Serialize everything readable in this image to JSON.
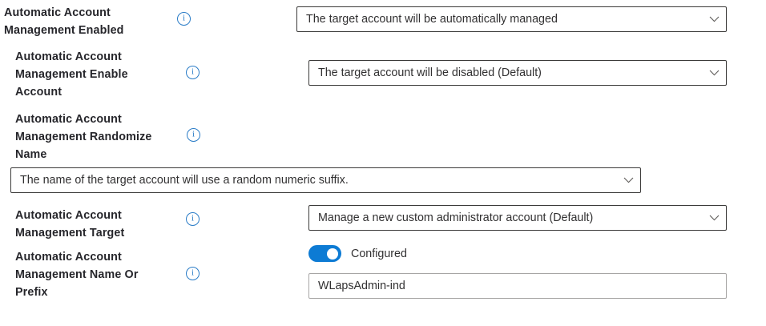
{
  "form": {
    "settings": [
      {
        "label": "Automatic Account\nManagement Enabled",
        "info_icon": "info-icon",
        "control": "dropdown",
        "value": "The target account will be automatically managed"
      },
      {
        "label": "Automatic Account\nManagement Enable\nAccount",
        "info_icon": "info-icon",
        "control": "dropdown",
        "value": "The target account will be disabled (Default)"
      },
      {
        "label": "Automatic Account\nManagement Randomize\nName",
        "info_icon": "info-icon",
        "control": "dropdown",
        "value": "The name of the target account will use a random numeric suffix."
      },
      {
        "label": "Automatic Account\nManagement Target",
        "info_icon": "info-icon",
        "control": "dropdown",
        "value": "Manage a new custom administrator account (Default)"
      },
      {
        "label": "Automatic Account\nManagement Name Or\nPrefix",
        "info_icon": "info-icon",
        "control": "toggle+text",
        "toggle_label": "Configured",
        "toggle_state": "on",
        "value": "WLapsAdmin-ind"
      }
    ]
  },
  "icons": {
    "info": "i",
    "chevron_down": "chevron-down-icon"
  },
  "colors": {
    "label_text": "#26262b",
    "value_text": "#313031",
    "info_accent": "#2a7cc7",
    "toggle_on": "#0d7bd4",
    "dropdown_border": "#3b3a39",
    "input_border": "#a7a6a5",
    "background": "#ffffff"
  }
}
